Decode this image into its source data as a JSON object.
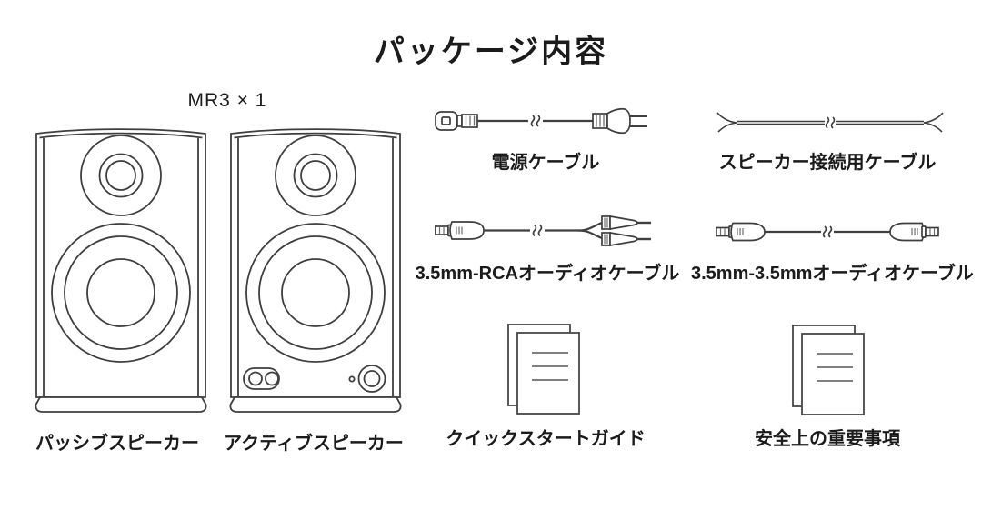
{
  "colors": {
    "background": "#ffffff",
    "text_ink": "#1b1b1b",
    "line_art": "#3f3f3f",
    "line_art_light": "#6e6e6e"
  },
  "header": {
    "title": "パッケージ内容"
  },
  "speakers": {
    "model_count": "MR3 × 1",
    "items": [
      {
        "name": "passive-speaker",
        "icon": "passive-speaker-illustration",
        "label": "パッシブスピーカー"
      },
      {
        "name": "active-speaker",
        "icon": "active-speaker-illustration",
        "label": "アクティブスピーカー"
      }
    ]
  },
  "accessories": [
    {
      "name": "power-cable",
      "icon": "power-cable-illustration",
      "label": "電源ケーブル"
    },
    {
      "name": "speaker-wire",
      "icon": "speaker-wire-illustration",
      "label": "スピーカー接続用ケーブル"
    },
    {
      "name": "aux-rca-cable",
      "icon": "jack35-rca-cable-illustration",
      "label": "3.5mm-RCAオーディオケーブル"
    },
    {
      "name": "aux-aux-cable",
      "icon": "jack35-jack35-cable-illustration",
      "label": "3.5mm-3.5mmオーディオケーブル"
    },
    {
      "name": "quick-start-guide",
      "icon": "booklet-illustration",
      "label": "クイックスタートガイド"
    },
    {
      "name": "safety-notes",
      "icon": "booklet-illustration",
      "label": "安全上の重要事項"
    }
  ]
}
